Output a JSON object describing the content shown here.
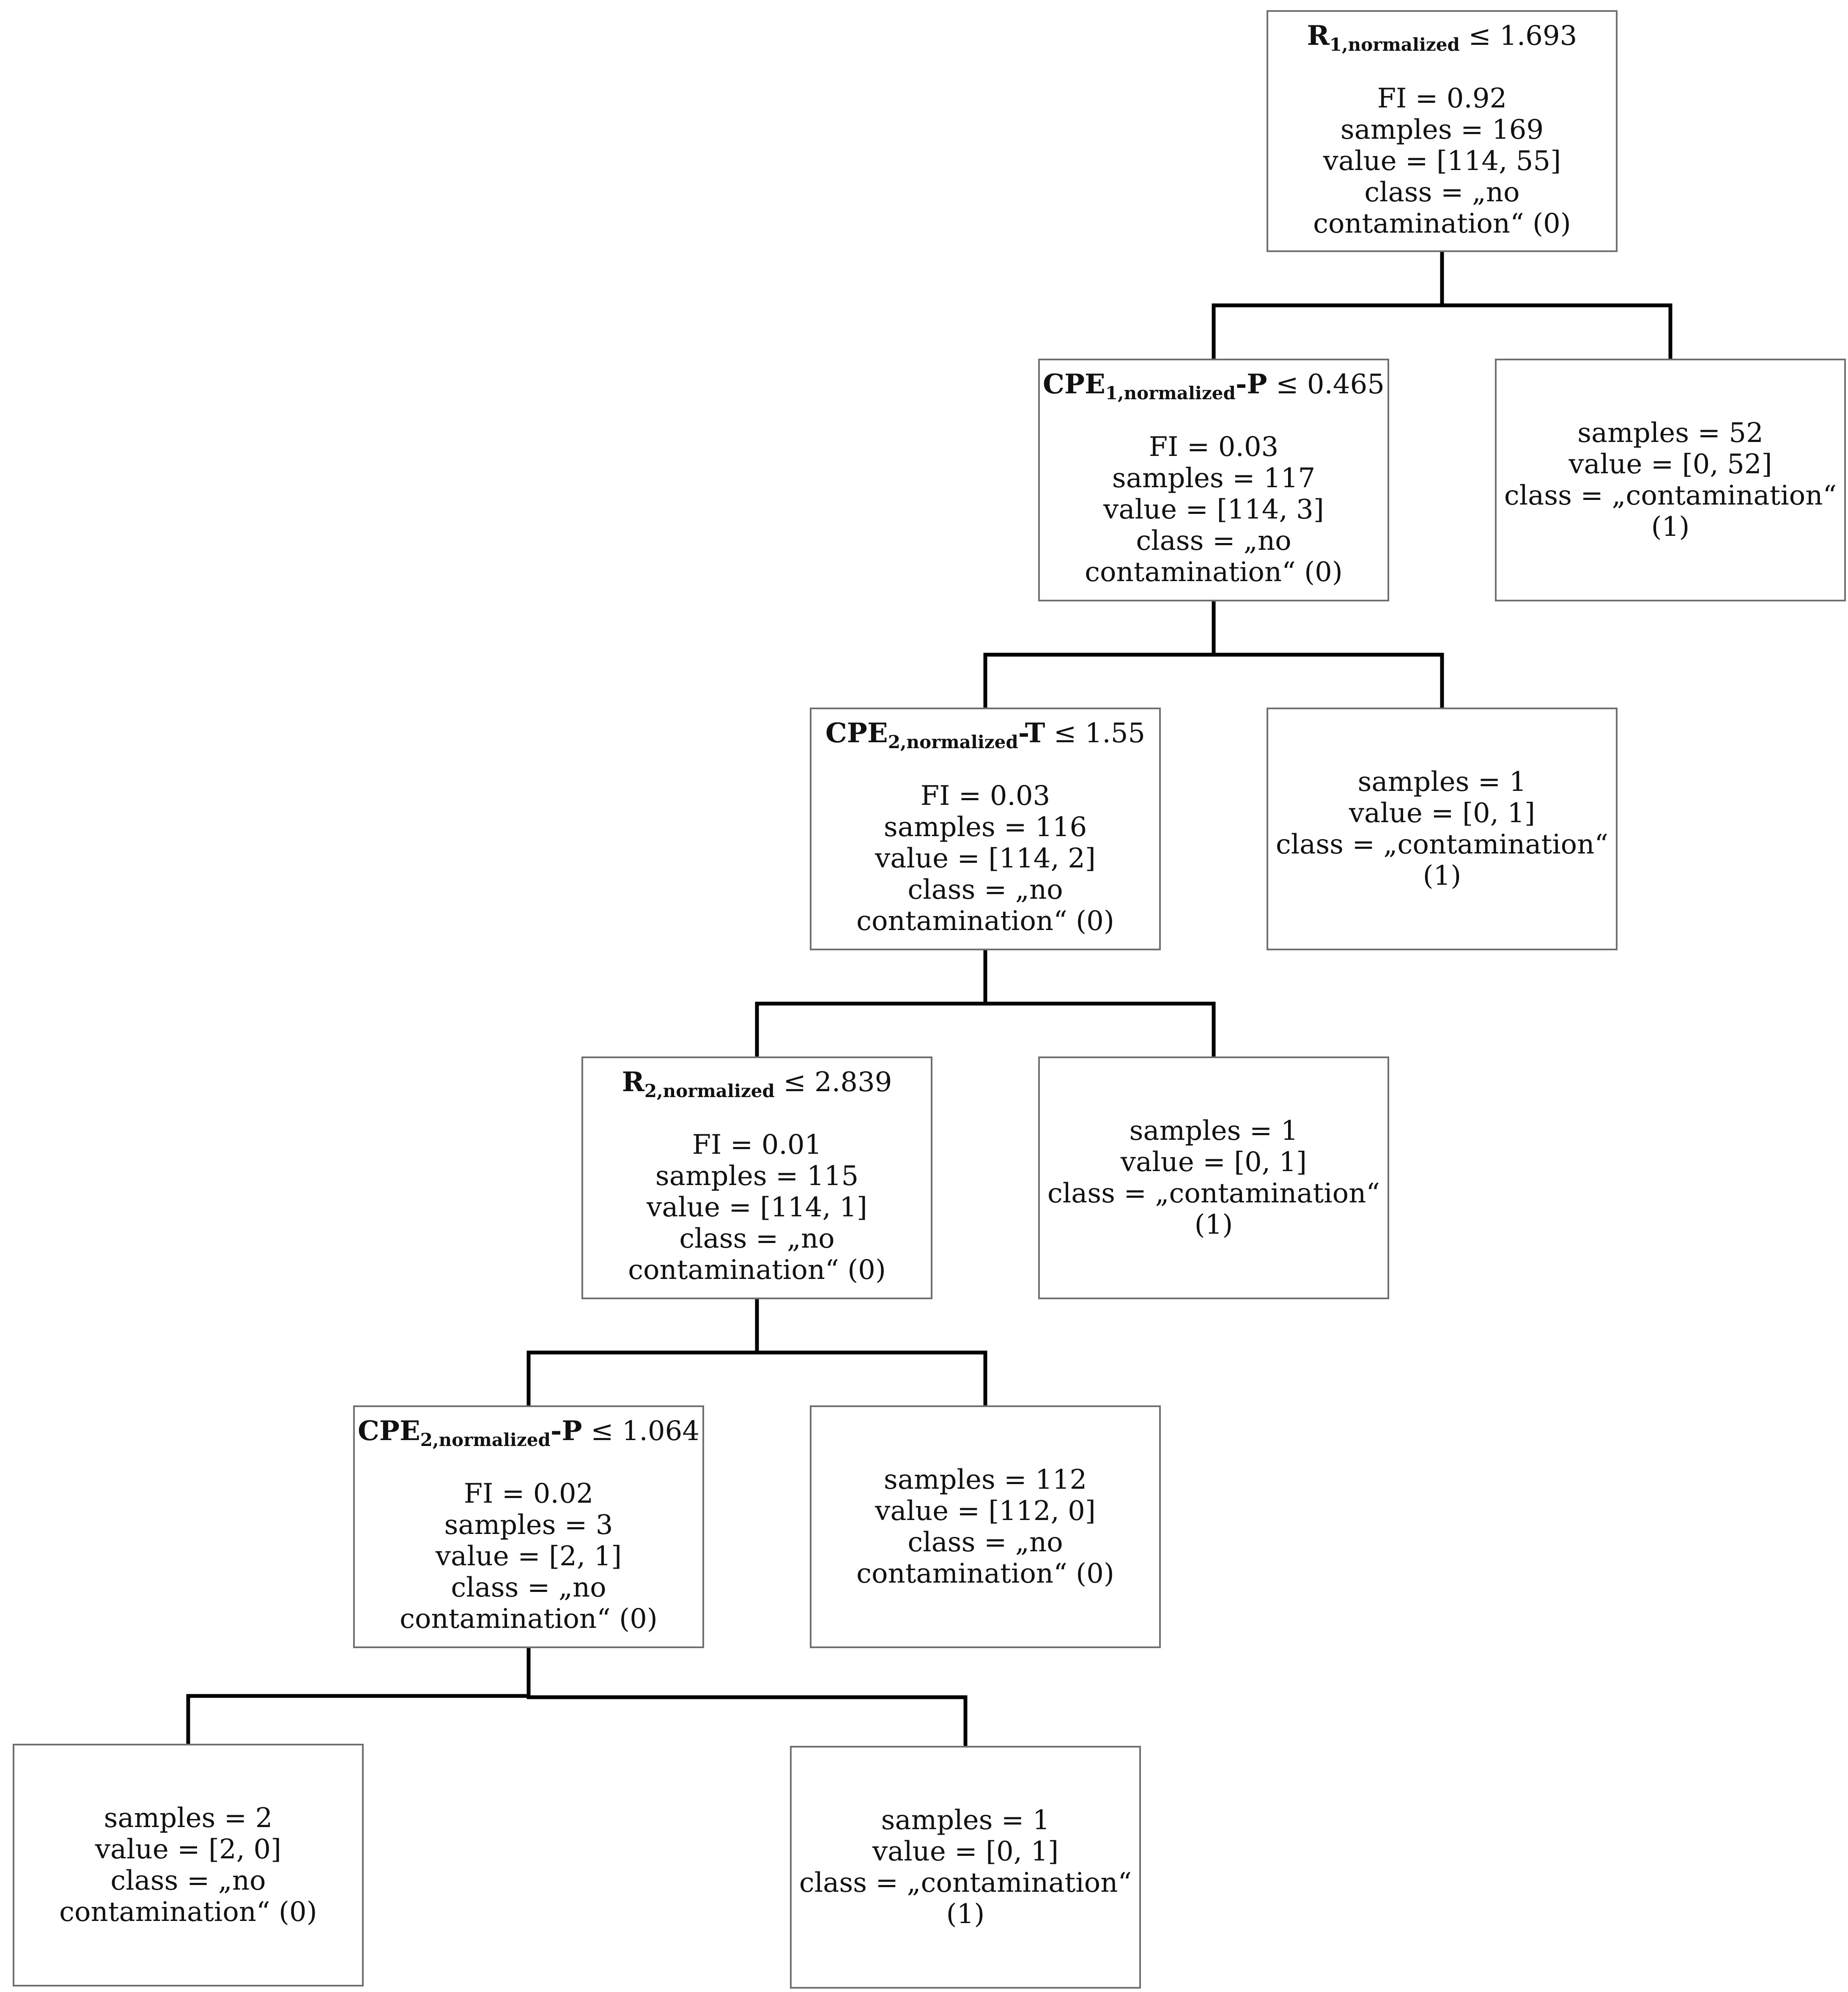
{
  "nodes": {
    "root": {
      "feature_base": "R",
      "feature_sub": "1,normalized",
      "feature_suffix": "",
      "threshold": " ≤ 1.693",
      "fi": "FI = 0.92",
      "samples": "samples = 169",
      "value": "value = [114, 55]",
      "class_line1": "class = „no",
      "class_line2": "contamination“ (0)"
    },
    "n1": {
      "feature_base": "CPE",
      "feature_sub": "1,normalized",
      "feature_suffix": "-P",
      "threshold": " ≤ 0.465",
      "fi": "FI = 0.03",
      "samples": "samples = 117",
      "value": "value = [114, 3]",
      "class_line1": "class = „no",
      "class_line2": "contamination“ (0)"
    },
    "leaf_52": {
      "samples": "samples = 52",
      "value": "value = [0, 52]",
      "class_line1": "class = „contamination“",
      "class_line2": "(1)"
    },
    "n2": {
      "feature_base": "CPE",
      "feature_sub": "2,normalized",
      "feature_suffix": "-T",
      "threshold": " ≤ 1.55",
      "fi": "FI = 0.03",
      "samples": "samples = 116",
      "value": "value = [114, 2]",
      "class_line1": "class = „no",
      "class_line2": "contamination“ (0)"
    },
    "leaf_1a": {
      "samples": "samples = 1",
      "value": "value = [0, 1]",
      "class_line1": "class = „contamination“",
      "class_line2": "(1)"
    },
    "n3": {
      "feature_base": "R",
      "feature_sub": "2,normalized",
      "feature_suffix": "",
      "threshold": " ≤ 2.839",
      "fi": "FI = 0.01",
      "samples": "samples = 115",
      "value": "value = [114, 1]",
      "class_line1": "class = „no",
      "class_line2": "contamination“ (0)"
    },
    "leaf_1b": {
      "samples": "samples = 1",
      "value": "value = [0, 1]",
      "class_line1": "class = „contamination“",
      "class_line2": "(1)"
    },
    "n4": {
      "feature_base": "CPE",
      "feature_sub": "2,normalized",
      "feature_suffix": "-P",
      "threshold": " ≤ 1.064",
      "fi": "FI = 0.02",
      "samples": "samples = 3",
      "value": "value = [2, 1]",
      "class_line1": "class = „no",
      "class_line2": "contamination“ (0)"
    },
    "leaf_112": {
      "samples": "samples = 112",
      "value": "value = [112, 0]",
      "class_line1": "class = „no",
      "class_line2": "contamination“ (0)"
    },
    "leaf_2": {
      "samples": "samples = 2",
      "value": "value = [2, 0]",
      "class_line1": "class = „no",
      "class_line2": "contamination“ (0)"
    },
    "leaf_1c": {
      "samples": "samples = 1",
      "value": "value = [0, 1]",
      "class_line1": "class = „contamination“",
      "class_line2": "(1)"
    }
  },
  "edges": [
    [
      "root",
      "n1"
    ],
    [
      "root",
      "leaf_52"
    ],
    [
      "n1",
      "n2"
    ],
    [
      "n1",
      "leaf_1a"
    ],
    [
      "n2",
      "n3"
    ],
    [
      "n2",
      "leaf_1b"
    ],
    [
      "n3",
      "n4"
    ],
    [
      "n3",
      "leaf_112"
    ],
    [
      "n4",
      "leaf_2"
    ],
    [
      "n4",
      "leaf_1c"
    ]
  ],
  "colors": {
    "box_border": "#6f6f6f",
    "connector": "#000000",
    "text": "#111111"
  }
}
